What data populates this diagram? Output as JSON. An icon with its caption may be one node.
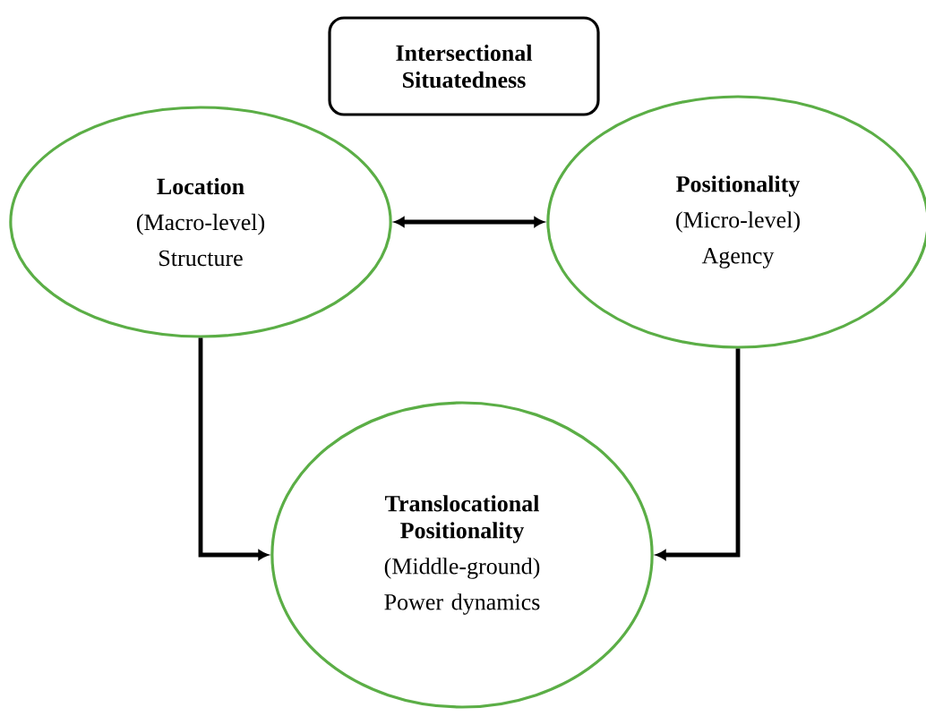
{
  "diagram": {
    "nodes": [
      {
        "text": [
          "Intersectional Situatedness"
        ]
      },
      {
        "text": [
          "Location",
          "(Macro-level)",
          "Structure"
        ]
      },
      {
        "text": [
          "Positionality",
          "(Micro-level)",
          "Agency"
        ]
      },
      {
        "text": [
          "Translocational Positionality",
          "(Middle-ground)",
          "Power dynamics"
        ]
      }
    ],
    "edges": [
      {
        "from": 1,
        "to": 2,
        "arrow": "both"
      },
      {
        "from": 1,
        "to": 3,
        "arrow": "to"
      },
      {
        "from": 2,
        "to": 3,
        "arrow": "to"
      }
    ]
  }
}
